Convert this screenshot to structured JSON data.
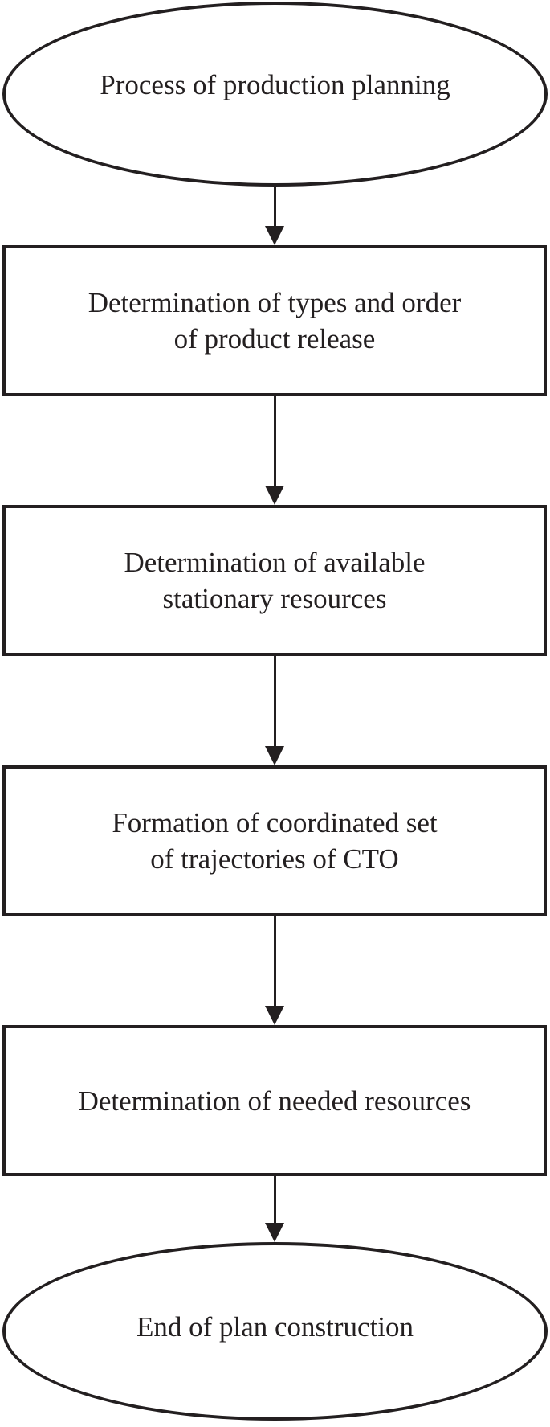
{
  "flowchart": {
    "nodes": [
      {
        "id": "start",
        "shape": "ellipse",
        "label": "Process of production planning"
      },
      {
        "id": "determine-types-order",
        "shape": "rectangle",
        "label": "Determination of types and order\nof product release"
      },
      {
        "id": "determine-available-resources",
        "shape": "rectangle",
        "label": "Determination of available\nstationary resources"
      },
      {
        "id": "form-trajectory-set",
        "shape": "rectangle",
        "label": "Formation of coordinated set\nof trajectories of CTO"
      },
      {
        "id": "determine-needed-resources",
        "shape": "rectangle",
        "label": "Determination of needed resources"
      },
      {
        "id": "end",
        "shape": "ellipse",
        "label": "End of plan construction"
      }
    ],
    "edges": [
      {
        "from": "start",
        "to": "determine-types-order"
      },
      {
        "from": "determine-types-order",
        "to": "determine-available-resources"
      },
      {
        "from": "determine-available-resources",
        "to": "form-trajectory-set"
      },
      {
        "from": "form-trajectory-set",
        "to": "determine-needed-resources"
      },
      {
        "from": "determine-needed-resources",
        "to": "end"
      }
    ],
    "colors": {
      "stroke": "#231f20",
      "text": "#231f20",
      "background": "#ffffff"
    }
  }
}
